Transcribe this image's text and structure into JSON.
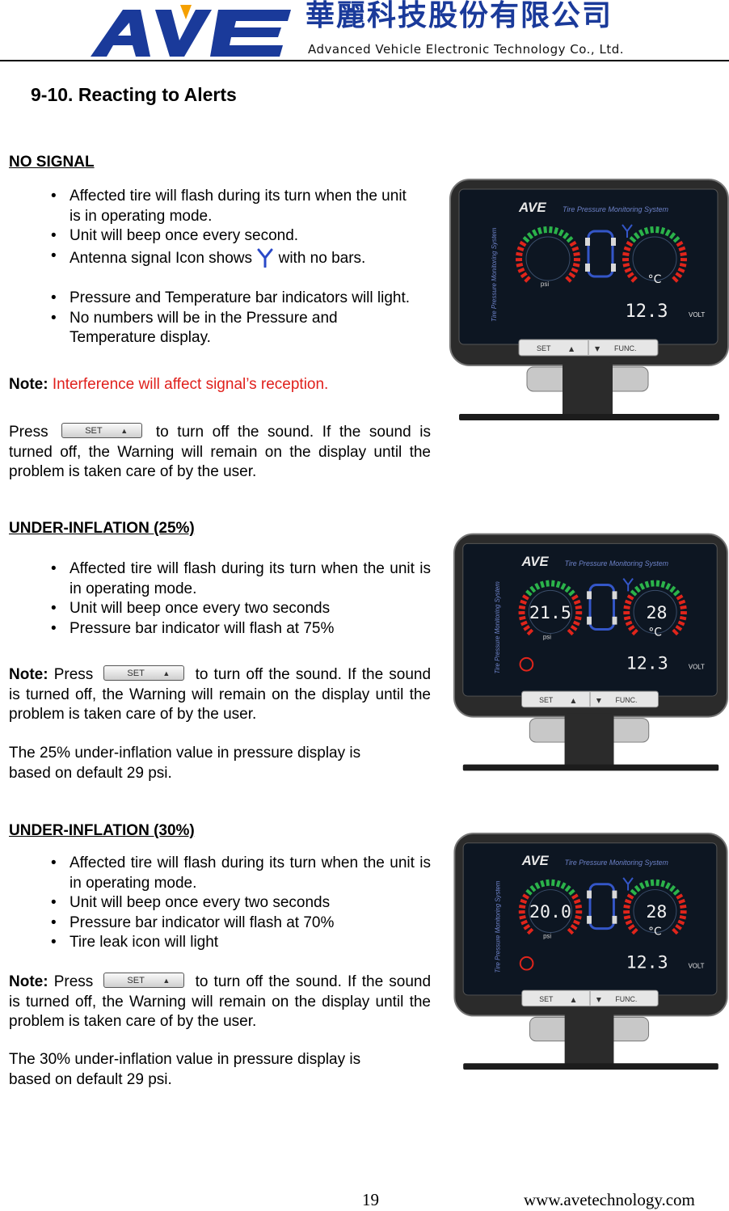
{
  "header": {
    "logo_letters": "AVE",
    "company_cn": "華麗科技股份有限公司",
    "company_en": "Advanced Vehicle Electronic Technology Co., Ltd."
  },
  "page_title": "9-10. Reacting to Alerts",
  "sections": {
    "no_signal": {
      "heading": "NO SIGNAL",
      "bullet1": "Affected tire will flash during its turn when the unit is in operating mode.",
      "bullet2": "Unit will beep once every second.",
      "bullet3a": "Antenna signal Icon shows",
      "bullet3b": "with no bars.",
      "bullet4": "Pressure and Temperature bar indicators will light.",
      "bullet5": "No numbers will be in the Pressure and Temperature display.",
      "note_label": "Note:",
      "note_text": "Interference will affect signal’s reception.",
      "press_a": "Press",
      "press_b": "to turn off the sound.  If the sound is turned off, the Warning will remain on the display until the problem is taken care of by the user."
    },
    "under25": {
      "heading": "UNDER-INFLATION (25%)",
      "bullet1": "Affected tire will flash during its turn when the unit is in operating mode.",
      "bullet2": "Unit will beep once every two seconds",
      "bullet3": "Pressure bar indicator will flash at 75%",
      "note_label": "Note:",
      "press_a": "Press",
      "press_b": "to turn off the sound.  If the sound is turned off, the Warning will remain on the display until the problem is taken care of by the user.",
      "extra": "The 25% under-inflation value in pressure display is based on default 29 psi."
    },
    "under30": {
      "heading": "UNDER-INFLATION (30%)",
      "bullet1": "Affected tire will flash during its turn when the unit is in operating mode.",
      "bullet2": "Unit will beep once every two seconds",
      "bullet3": "Pressure bar indicator will flash at 70%",
      "bullet4": "Tire leak icon will light",
      "note_label": "Note:",
      "press_a": "Press",
      "press_b": "to turn off the sound.  If the sound is turned off, the Warning will remain on the display until the problem is taken care of by the user.",
      "extra": "The 30% under-inflation value in pressure display is based on default 29 psi."
    }
  },
  "button": {
    "set": "SET",
    "up": "▲"
  },
  "devices": [
    {
      "pressure": "",
      "temp": "",
      "volt": "12.3"
    },
    {
      "pressure": "21.5",
      "temp": "28",
      "volt": "12.3"
    },
    {
      "pressure": "20.0",
      "temp": "28",
      "volt": "12.3"
    }
  ],
  "device_labels": {
    "brand": "AVE",
    "system": "Tire Pressure Monitoring System",
    "psi": "psi",
    "celsius": "°C",
    "volt": "VOLT",
    "set": "SET",
    "up": "▲",
    "down": "▼",
    "func": "FUNC."
  },
  "footer": {
    "page_number": "19",
    "url": "www.avetechnology.com"
  },
  "colors": {
    "logo_blue": "#1a3a9a",
    "logo_orange": "#f5a000",
    "note_red": "#e0201c",
    "gauge_green": "#2bb34a",
    "gauge_red": "#e0251b"
  }
}
